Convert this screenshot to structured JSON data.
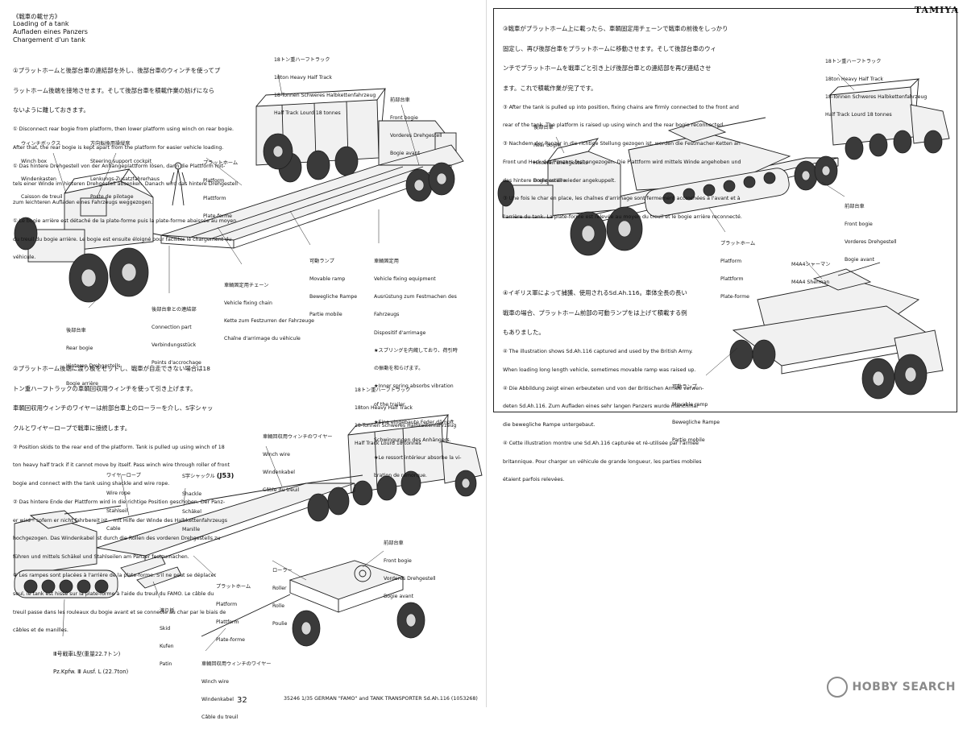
{
  "brand": "TAMIYA",
  "left": {
    "section1": {
      "heading": [
        "《戦車の載せ方》",
        "Loading of a tank",
        "Aufladen eines Panzers",
        "Chargement d'un tank"
      ],
      "step1_jp": [
        "①プラットホームと後部台車の連結部を外し、後部台車のウィンチを使ってプ",
        "ラットホーム後端を接地させます。そして後部台車を積載作業の妨げになら",
        "ないように離しておきます。"
      ],
      "step1_en": [
        "① Disconnect rear bogie from platform, then lower platform using winch on rear bogie.",
        "After that, the rear bogie is kept apart from the platform for easier vehicle loading."
      ],
      "step1_de": [
        "① Das hintere Drehgestell von der Anhängeplattform lösen, dann die Plattform mit-",
        "tels einer Winde im hinteren Drehgestell absenken. Danach wird das hintere Drehgestell",
        "zum leichteren Aufladen eines Fahrzeugs weggezogen."
      ],
      "step1_fr": [
        "① Le bogie arrière est détaché de la plate-forme puis la plate-forme abaissée au moyen",
        "du treuil du bogie arrière. Le bogie est ensuite éloigné pour faciliter le chargement du",
        "véhicule."
      ],
      "labels": {
        "half_track": [
          "18トン重ハーフトラック",
          "18ton Heavy Half Track",
          "18-Tonnen Schweres Halbkettenfahrzeug",
          "Half Track Lourd 18 tonnes"
        ],
        "winch_box": [
          "ウィンチボックス",
          "Winch box",
          "Windenkasten",
          "Caisson de treuil"
        ],
        "cockpit": [
          "方向転換用操縦席",
          "Steering support cockpit",
          "Lenkungs-Zusatzfahrerhaus",
          "Poste de pilotage"
        ],
        "platform": [
          "プラットホーム",
          "Platform",
          "Plattform",
          "Plate-forme"
        ],
        "front_bogie": [
          "前部台車",
          "Front bogie",
          "Vorderes Drehgestell",
          "Bogie avant"
        ],
        "movable_ramp": [
          "可動ランプ",
          "Movable ramp",
          "Bewegliche Rampe",
          "Partie mobile"
        ],
        "fixing_equipment": [
          "車輌固定用",
          "Vehicle fixing equipment",
          "Ausrüstung zum Festmachen des",
          "Fahrzeugs",
          "Dispositif d'arrimage",
          "★スプリングを内蔵しており、荷引時",
          "の振動を和らげます。",
          "★Inner spring absorbs vibration",
          "of the trailer.",
          "★Eine eingebaute Feder dämpft",
          "Schwingungen des Anhängers.",
          "★Le ressort intérieur absorbe la vi-",
          "bration de remorque."
        ],
        "fixing_chain": [
          "車輌固定用チェーン",
          "Vehicle fixing chain",
          "Kette zum Festzurren der Fahrzeuge",
          "Chaîne d'arrimage du véhicule"
        ],
        "connection_part": [
          "後部台車との連結部",
          "Connection part",
          "Verbindungsstück",
          "Points d'accrochage"
        ],
        "rear_bogie": [
          "後部台車",
          "Rear bogie",
          "Hinteren Drehgestells",
          "Bogie arrière"
        ]
      }
    },
    "section2": {
      "step2_jp": [
        "②プラットホーム後端に渡り板をセットし、戦車が自走できない場合は18",
        "トン重ハーフトラックの車輌回収用ウィンチを使って引き上げます。",
        "車輌回収用ウィンチのワイヤーは前部台車上のローラーを介し、S字シャッ",
        "クルとワイヤーロープで戦車に接続します。"
      ],
      "step2_en": [
        "② Position skids to the rear end of the platform. Tank is pulled up using winch of 18",
        "ton heavy half track if it cannot move by itself. Pass winch wire through roller of front",
        "bogie and connect with the tank using shackle and wire rope."
      ],
      "step2_de": [
        "② Das hintere Ende der Plattform wird in die richtige Position geschoben. Der Panz-",
        "er wird – sofern er nicht fahrbereit ist – mit Hilfe der Winde des Halbkettenfahrzeugs",
        "hochgezogen. Das Windenkabel ist durch die Rollen des vorderen Drehgestells zu",
        "führen und mittels Schäkel und Stahlseilen am Panzer festzumachen."
      ],
      "step2_fr": [
        "② Les rampes sont placées à l'arrière de la plate-forme. S'il ne peut se déplacer",
        "seul, le tank est hissé sur la plate-forme à l'aide du treuil du FAMO. Le câble du",
        "treuil passe dans les rouleaux du bogie avant et se connecte au char par le biais de",
        "câbles et de manilles."
      ],
      "labels": {
        "half_track": [
          "18トン重ハーフトラック",
          "18ton Heavy Half Track",
          "18-Tonnen Schweres Halbkettenfahrzeug",
          "Half Track Lourd 18 tonnes"
        ],
        "winch_wire_top": [
          "車輌回収用ウィンチのワイヤー",
          "Winch wire",
          "Windenkabel",
          "Câble du treuil"
        ],
        "wire_rope": [
          "ワイヤーロープ",
          "Wire rope",
          "Stahlseil",
          "Cable"
        ],
        "shackle": [
          "S字シャックル",
          "Shackle",
          "Schäkel",
          "Manille"
        ],
        "shackle_part": "(J53)",
        "front_bogie": [
          "前部台車",
          "Front bogie",
          "Vorderes Drehgestell",
          "Bogie avant"
        ],
        "roller": [
          "ローラー",
          "Roller",
          "Rolle",
          "Poulie"
        ],
        "platform": [
          "プラットホーム",
          "Platform",
          "Plattform",
          "Plate-forme"
        ],
        "skid": [
          "渡り板",
          "Skid",
          "Kufen",
          "Patin"
        ],
        "tank": [
          "Ⅲ号戦車L型(重量22.7トン)",
          "Pz.Kpfw. Ⅲ Ausf. L (22.7ton)"
        ],
        "winch_wire_bottom": [
          "車輌回収用ウィンチのワイヤー",
          "Winch wire",
          "Windenkabel",
          "Câble du treuil"
        ]
      }
    },
    "page_number": "32",
    "footer": "35246 1/35 GERMAN \"FAMO\" and TANK TRANSPORTER Sd.Ah.116 (1053268)"
  },
  "right": {
    "step3_jp": [
      "③戦車がプラットホーム上に載ったら、車輌固定用チェーンで戦車の前後をしっかり",
      "固定し、再び後部台車をプラットホームに移動させます。そして後部台車のウィ",
      "ンチでプラットホームを戦車ごと引き上げ後部台車との連結部を再び連結させ",
      "ます。これで積載作業が完了です。"
    ],
    "step3_en": [
      "③ After the tank is pulled up into position, fixing chains are firmly connected to the front and",
      "rear of the tank. The platform is raised up using winch and the rear bogie reconnected."
    ],
    "step3_de": [
      "③ Nachdem der Panzer in die richtige Stellung gezogen ist, werden die Festmacher-Ketten an",
      "Front und Heck des Panzers fest angezogen. Die Plattform wird mittels Winde angehoben und",
      "das hintere Drehgestell wieder angekuppelt."
    ],
    "step3_fr": [
      "③ Une fois le char en place, les chaînes d'arrimage sont fermement accrochées à l'avant et à",
      "l'arrière du tank. La plate-forme est relevée au moyen du treuil et le bogie arrière reconnecté."
    ],
    "step4_jp": [
      "④イギリス軍によって捕獲、使用されるSd.Ah.116。車体全長の長い",
      "戦車の場合、プラットホーム前部の可動ランプをは上げて積載する例",
      "もありました。"
    ],
    "step4_en": [
      "④ The illustration shows Sd.Ah.116 captured and used by the British Army.",
      "When loading long length vehicle, sometimes movable ramp was raised up."
    ],
    "step4_de": [
      "④ Die Abbildung zeigt einen erbeuteten und von der Britischen Armee verwen-",
      "deten Sd.Ah.116. Zum Aufladen eines sehr langen Panzers wurde manchmal",
      "die bewegliche Rampe untergebaut."
    ],
    "step4_fr": [
      "④ Cette illustration montre une Sd.Ah.116 capturée et ré-utilisée par l'armée",
      "britannique. Pour charger un véhicule de grande longueur, les parties mobiles",
      "étaient parfois relevées."
    ],
    "labels": {
      "half_track": [
        "18トン重ハーフトラック",
        "18ton Heavy Half Track",
        "18-Tonnen Schweres Halbkettenfahrzeug",
        "Half Track Lourd 18 tonnes"
      ],
      "rear_bogie": [
        "後部台車",
        "Rear bogie",
        "Hinteren Drehgestells",
        "Bogie arrière"
      ],
      "front_bogie": [
        "前部台車",
        "Front bogie",
        "Vorderes Drehgestell",
        "Bogie avant"
      ],
      "platform": [
        "プラットホーム",
        "Platform",
        "Plattform",
        "Plate-forme"
      ],
      "sherman": [
        "M4A4シャーマン",
        "M4A4 Sherman"
      ],
      "movable_ramp": [
        "可動ランプ",
        "Movable ramp",
        "Bewegliche Rampe",
        "Partie mobile"
      ]
    },
    "watermark": "HOBBY SEARCH"
  }
}
